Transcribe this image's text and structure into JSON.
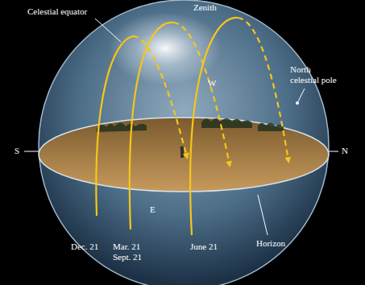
{
  "diagram": {
    "labels": [
      "Zenith",
      "Celestial equator",
      "North celestial pole",
      "W",
      "S",
      "N",
      "E",
      "Dec. 21",
      "Mar. 21 Sept. 21",
      "June 21",
      "Horizon"
    ]
  }
}
